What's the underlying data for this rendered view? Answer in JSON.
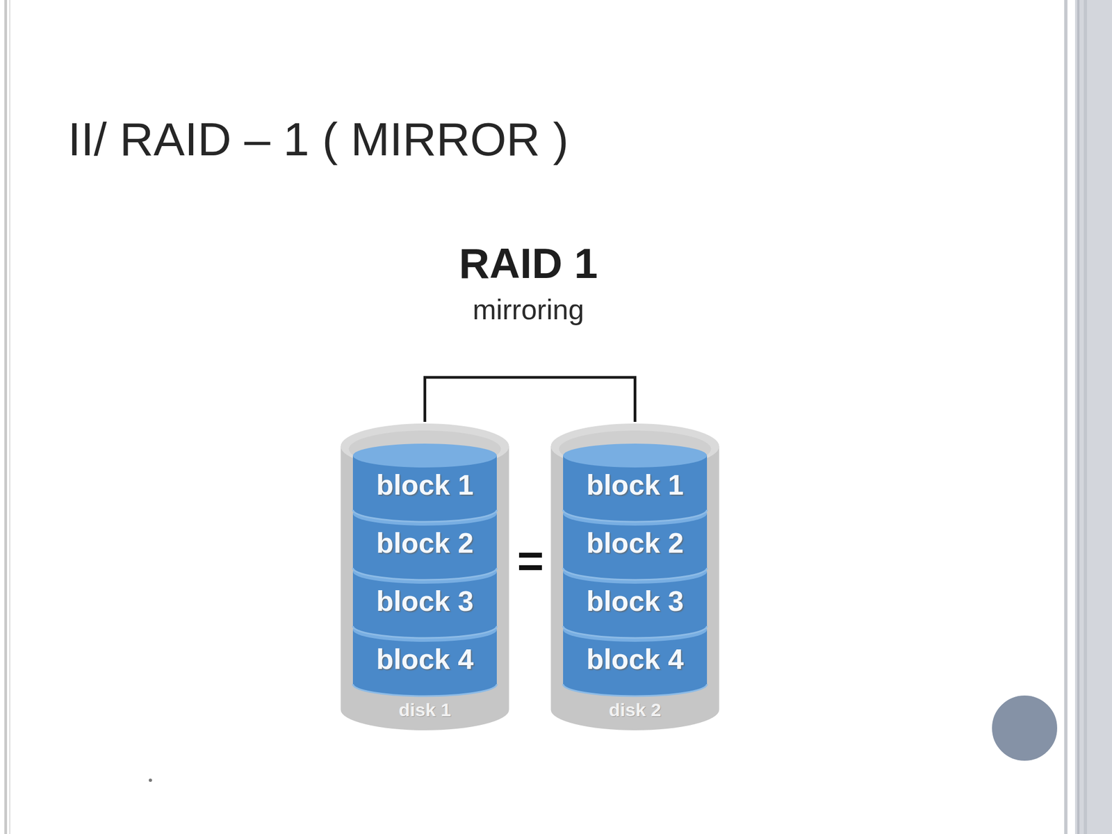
{
  "diagram": {
    "title": "II/ RAID – 1 ( MIRROR )",
    "nodes": [
      {
        "text": [
          "disk 1"
        ]
      },
      {
        "text": [
          "block 1"
        ],
        "in": 0
      },
      {
        "text": [
          "block 2"
        ],
        "in": 0
      },
      {
        "text": [
          "block 3"
        ],
        "in": 0
      },
      {
        "text": [
          "block 4"
        ],
        "in": 0
      },
      {
        "text": [
          "disk 2"
        ]
      },
      {
        "text": [
          "block 1"
        ],
        "in": 5
      },
      {
        "text": [
          "block 2"
        ],
        "in": 5
      },
      {
        "text": [
          "block 3"
        ],
        "in": 5
      },
      {
        "text": [
          "block 4"
        ],
        "in": 5
      }
    ],
    "edges": [
      {
        "from": 0,
        "to": 5,
        "arrow": "none"
      }
    ],
    "labels": [
      "RAID 1",
      "mirroring",
      "="
    ]
  }
}
